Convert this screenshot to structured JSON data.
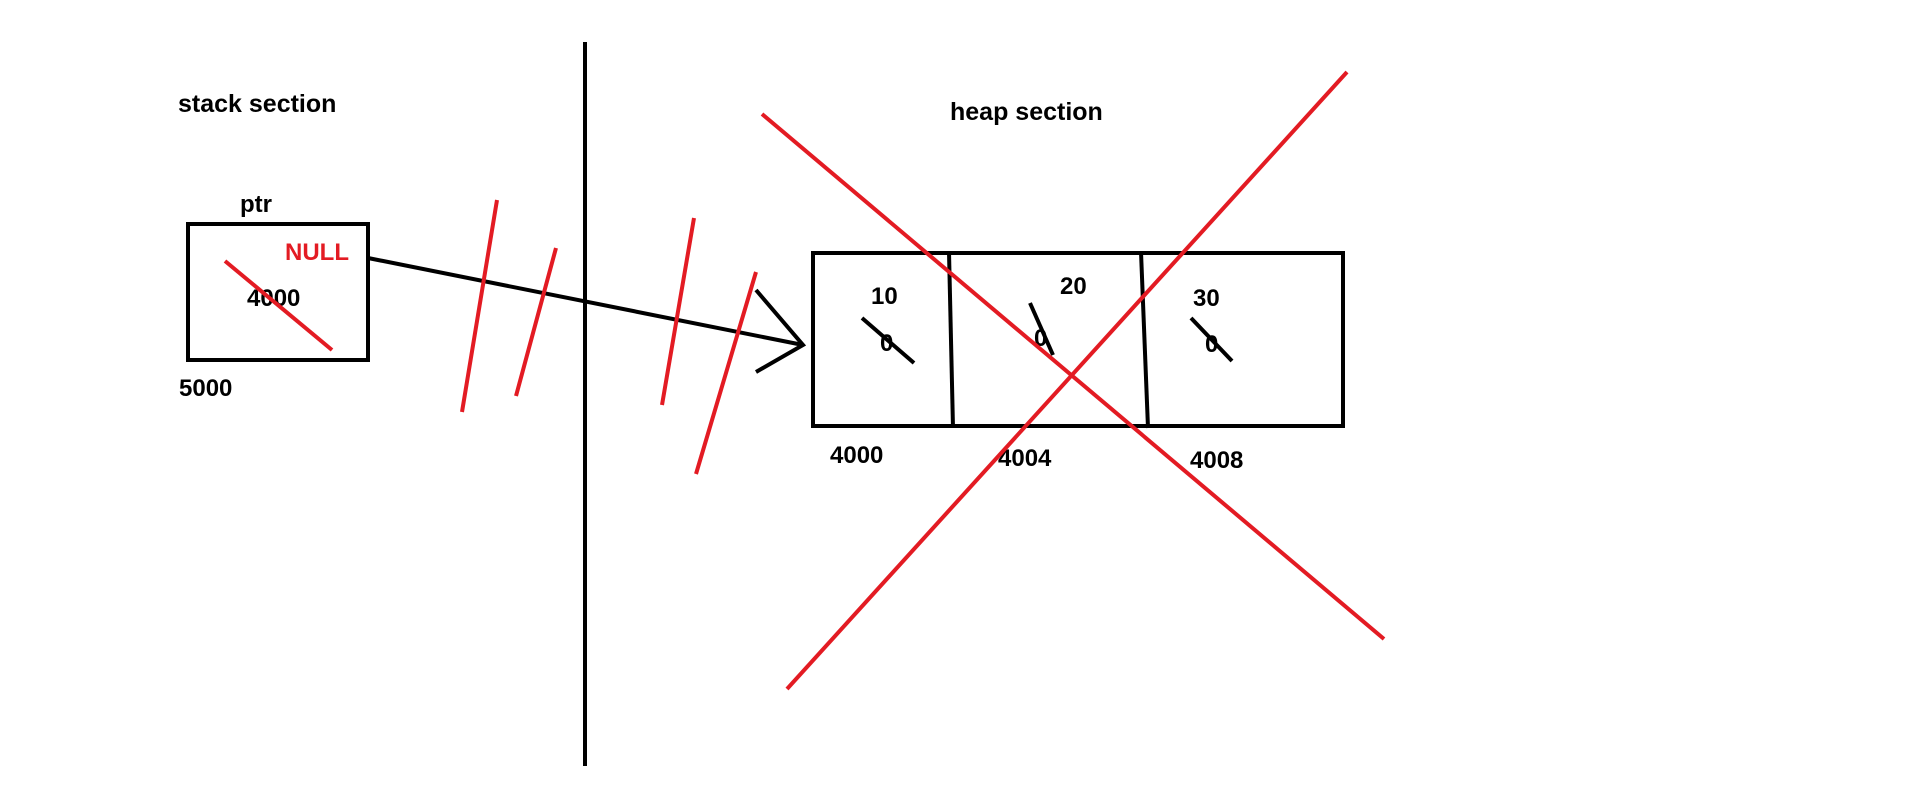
{
  "stack": {
    "title": "stack section",
    "var_name": "ptr",
    "old_value": "4000",
    "new_value": "NULL",
    "address": "5000"
  },
  "heap": {
    "title": "heap section",
    "cells": [
      {
        "value": "10",
        "old_value": "0",
        "address": "4000"
      },
      {
        "value": "20",
        "old_value": "0",
        "address": "4004"
      },
      {
        "value": "30",
        "old_value": "0",
        "address": "4008"
      }
    ]
  },
  "colors": {
    "ink": "#000000",
    "strike": "#e31b23",
    "background": "#ffffff"
  }
}
